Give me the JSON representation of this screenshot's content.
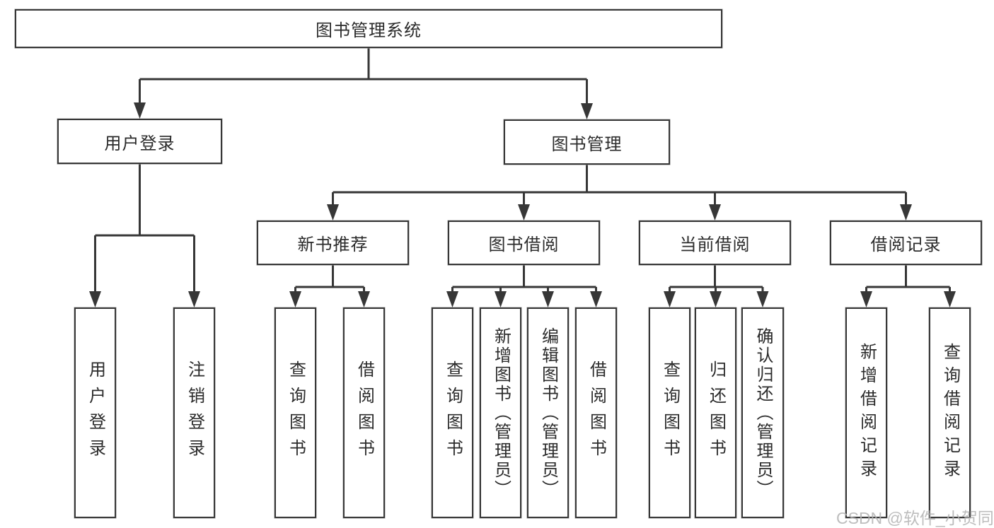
{
  "diagram": {
    "title": "图书管理系统",
    "root": {
      "label": "图书管理系统"
    },
    "level2": [
      {
        "id": "user-login",
        "label": "用户登录"
      },
      {
        "id": "book-management",
        "label": "图书管理"
      }
    ],
    "level3": [
      {
        "id": "new-book-recommendation",
        "label": "新书推荐"
      },
      {
        "id": "book-borrowing",
        "label": "图书借阅"
      },
      {
        "id": "current-borrowing",
        "label": "当前借阅"
      },
      {
        "id": "borrowing-records",
        "label": "借阅记录"
      }
    ],
    "leaves": {
      "user_login": [
        "用户登录",
        "注销登录"
      ],
      "new_book": [
        "查询图书",
        "借阅图书"
      ],
      "book_borrow": [
        "查询图书",
        "新增图书（管理员）",
        "编辑图书（管理员）",
        "借阅图书"
      ],
      "current_borrow": [
        "查询图书",
        "归还图书",
        "确认归还（管理员）"
      ],
      "borrow_record": [
        "新增借阅记录",
        "查询借阅记录"
      ]
    }
  },
  "watermark": {
    "text": "CSDN @软件_小贺同学"
  },
  "colors": {
    "line": "#373737",
    "text": "#2b2b2b",
    "background": "#ffffff",
    "watermark": "#b2b2b2"
  }
}
